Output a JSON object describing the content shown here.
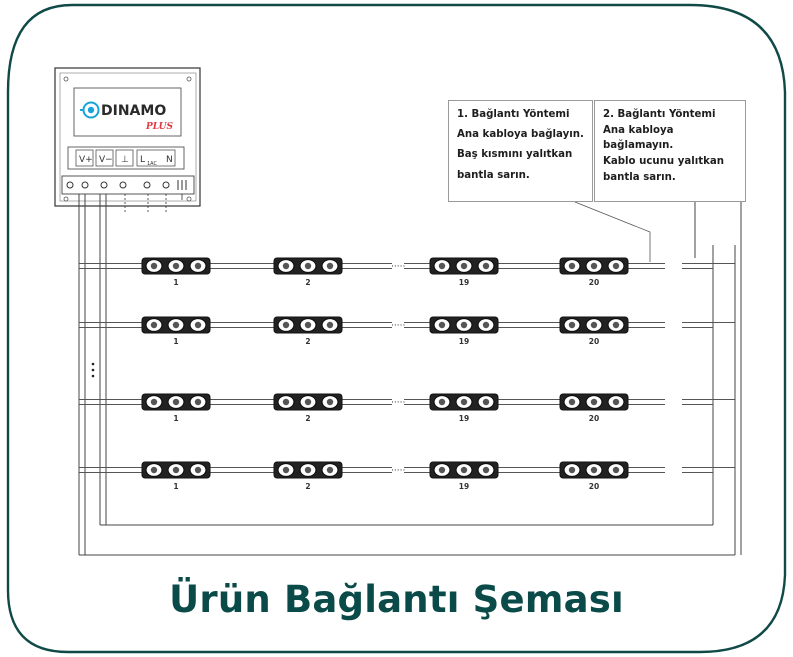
{
  "brand": {
    "name": "DINAMO",
    "sub": "PLUS"
  },
  "controller": {
    "terminals": [
      "V+",
      "V−",
      "⊥",
      "L",
      "N"
    ],
    "terminal_sub": "1AC"
  },
  "methods": {
    "method1": {
      "title": "1. Bağlantı Yöntemi",
      "line1": "Ana kabloya bağlayın.",
      "line2": "Baş kısmını yalıtkan",
      "line3": "bantla sarın."
    },
    "method2": {
      "title": "2. Bağlantı Yöntemi",
      "line1": "Ana kabloya",
      "line2": "bağlamayın.",
      "line3": "Kablo ucunu yalıtkan",
      "line4": "bantla sarın."
    }
  },
  "module_numbers": [
    "1",
    "2",
    "19",
    "20"
  ],
  "row_count": 4,
  "caption": "Ürün Bağlantı Şeması",
  "colors": {
    "frame": "#0f4a47",
    "caption": "#0a4a48",
    "brand_blue": "#1aa3d9",
    "plus_red": "#e2383f"
  }
}
